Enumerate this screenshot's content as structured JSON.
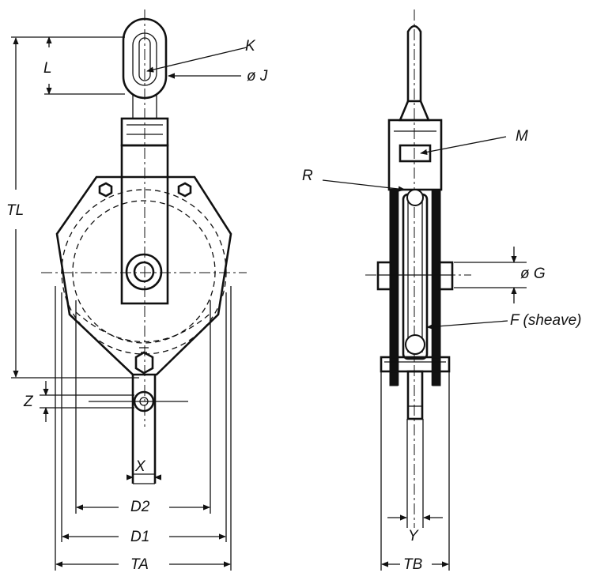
{
  "diagram": {
    "labels": {
      "K": "K",
      "J": "ø J",
      "L": "L",
      "TL": "TL",
      "Z": "Z",
      "X": "X",
      "D2": "D2",
      "D1": "D1",
      "TA": "TA",
      "M": "M",
      "R": "R",
      "G": "ø G",
      "F": "F (sheave)",
      "Y": "Y",
      "TB": "TB"
    }
  }
}
